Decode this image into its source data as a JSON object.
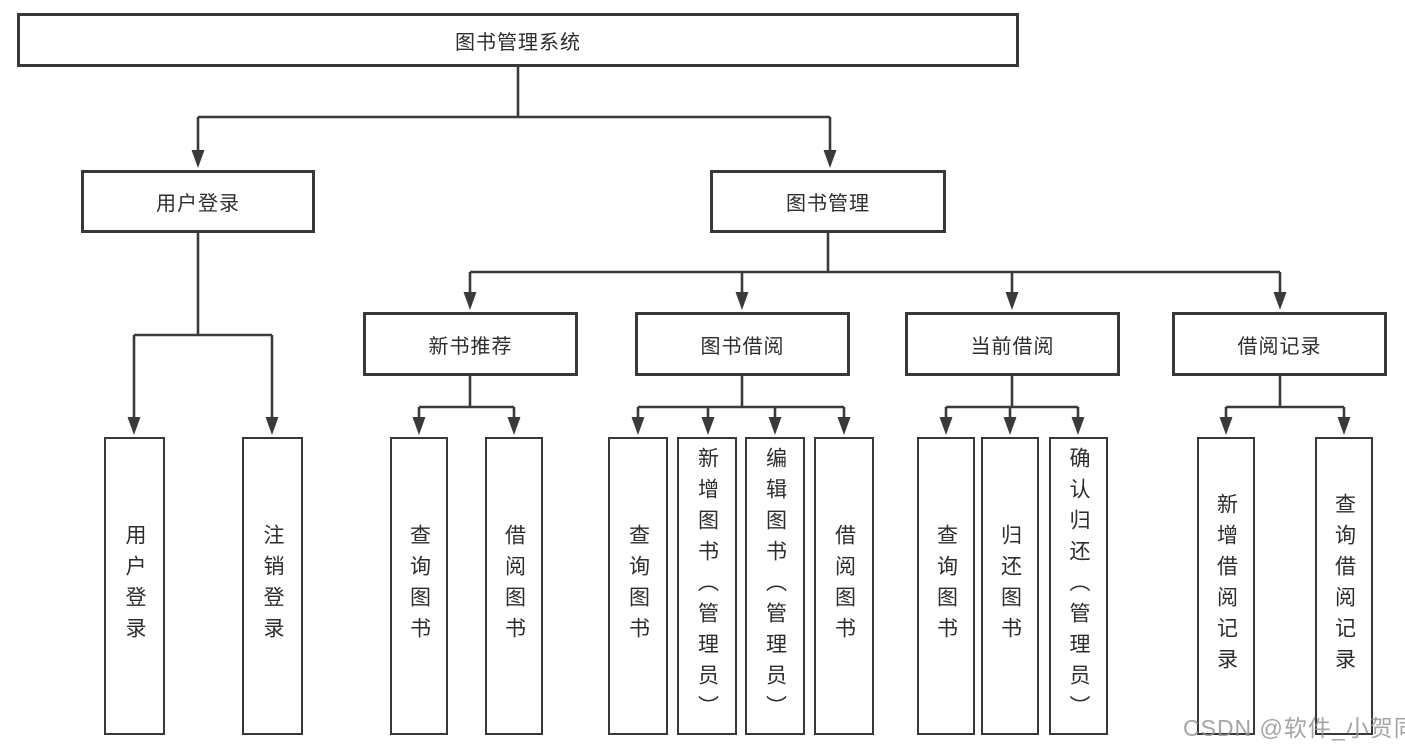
{
  "colors": {
    "background": "#ffffff",
    "line": "#3a3a3a",
    "box_border": "#383838",
    "text": "#2d2d2d",
    "watermark": "#949494"
  },
  "tree": {
    "root": "图书管理系统",
    "children": [
      {
        "label": "用户登录",
        "children": [
          "用户登录",
          "注销登录"
        ]
      },
      {
        "label": "图书管理",
        "children": [
          {
            "label": "新书推荐",
            "children": [
              "查询图书",
              "借阅图书"
            ]
          },
          {
            "label": "图书借阅",
            "children": [
              "查询图书",
              "新增图书（管理员）",
              "编辑图书（管理员）",
              "借阅图书"
            ]
          },
          {
            "label": "当前借阅",
            "children": [
              "查询图书",
              "归还图书",
              "确认归还（管理员）"
            ]
          },
          {
            "label": "借阅记录",
            "children": [
              "新增借阅记录",
              "查询借阅记录"
            ]
          }
        ]
      }
    ]
  },
  "watermark": {
    "text": "CSDN @软件_小贺同学"
  }
}
